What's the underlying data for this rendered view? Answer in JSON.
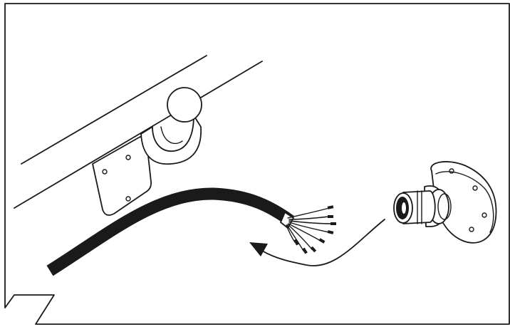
{
  "figure": {
    "kind": "installation-illustration",
    "colors": {
      "line": "#1a1a1a",
      "background": "#ffffff"
    },
    "parts": [
      "frame-border",
      "vehicle-chassis-beam",
      "tow-ball",
      "tow-hook",
      "mounting-bracket",
      "trailer-cable",
      "cable-wires",
      "direction-arrow",
      "socket-connector",
      "socket-mounting-plate"
    ]
  }
}
